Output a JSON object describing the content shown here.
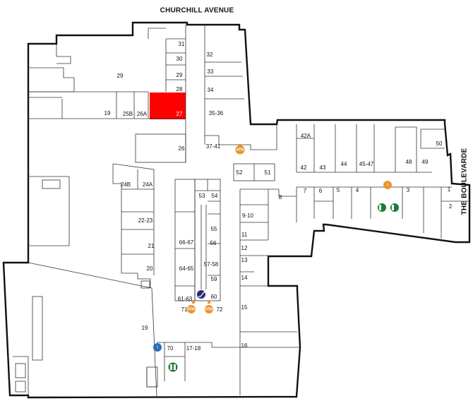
{
  "streets": {
    "north": "CHURCHILL AVENUE",
    "east": "THE BOULEVARDE"
  },
  "highlight_color": "#ff0000",
  "highlighted_unit": "27",
  "units": {
    "u1": "1",
    "u2": "2",
    "u3": "3",
    "u4": "4",
    "u5": "5",
    "u6": "6",
    "u7": "7",
    "u8": "8",
    "u9_10": "9-10",
    "u11": "11",
    "u12": "12",
    "u13": "13",
    "u14": "14",
    "u15": "15",
    "u16": "16",
    "u17_18": "17-18",
    "u19a": "19",
    "u19b": "19",
    "u20": "20",
    "u21": "21",
    "u22_23": "22-23",
    "u24a": "24A",
    "u24b": "24B",
    "u25b": "25B",
    "u26a": "26A",
    "u26": "26",
    "u27": "27",
    "u28": "28",
    "u29a": "29",
    "u29b": "29",
    "u30": "30",
    "u31": "31",
    "u32": "32",
    "u33": "33",
    "u34": "34",
    "u35_36": "35-36",
    "u37_41": "37-41",
    "u42": "42",
    "u42a": "42A",
    "u43": "43",
    "u44": "44",
    "u45_47": "45-47",
    "u48": "48",
    "u49": "49",
    "u50": "50",
    "u51": "51",
    "u52": "52",
    "u53": "53",
    "u54": "54",
    "u55": "55",
    "u56": "56",
    "u57_58": "57-58",
    "u59": "59",
    "u60": "60",
    "u61_63": "61-63",
    "u64_65": "64-65",
    "u66_67": "66-67",
    "u70": "70",
    "u71": "71",
    "u72": "72"
  },
  "amenities": {
    "atm_color": "#e8962e",
    "atm_label": "ATM",
    "toilet_color": "#1f7a3a",
    "info_color": "#2f6db5",
    "escalator_color": "#2b2a7a"
  }
}
